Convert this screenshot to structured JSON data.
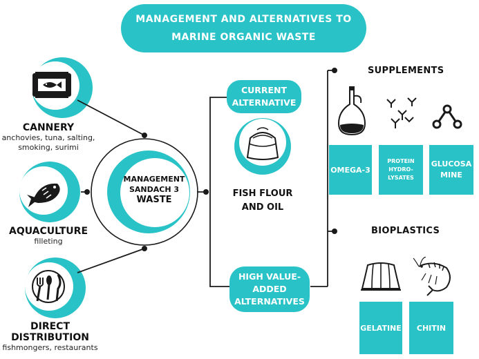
{
  "title": {
    "line1": "MANAGEMENT AND ALTERNATIVES TO",
    "line2": "MARINE ORGANIC WASTE"
  },
  "sources": [
    {
      "title": "CANNERY",
      "sub1": "anchovies, tuna, salting,",
      "sub2": "smoking, surimi",
      "icon": "can-icon"
    },
    {
      "title": "AQUACULTURE",
      "sub1": "filleting",
      "icon": "fish-icon"
    },
    {
      "title1": "DIRECT",
      "title2": "DISTRIBUTION",
      "sub1": "fishmongers, restaurants",
      "icon": "plate-cutlery-icon"
    }
  ],
  "center": {
    "line1": "MANAGEMENT",
    "line2": "SANDACH 3",
    "line3": "WASTE"
  },
  "current": {
    "line1": "CURRENT",
    "line2": "ALTERNATIVE",
    "product1": "FISH FLOUR",
    "product2": "AND OIL",
    "icon": "flour-sack-icon"
  },
  "high_value": {
    "line1": "HIGH VALUE-",
    "line2": "ADDED",
    "line3": "ALTERNATIVES"
  },
  "supplements": {
    "title": "SUPPLEMENTS",
    "items": [
      {
        "label": "OMEGA-3",
        "icon": "oil-bottle-icon"
      },
      {
        "label1": "PROTEIN",
        "label2": "HYDRO-",
        "label3": "LYSATES",
        "icon": "antibody-icon"
      },
      {
        "label1": "GLUCOSA",
        "label2": "MINE",
        "icon": "molecule-icon"
      }
    ]
  },
  "bioplastics": {
    "title": "BIOPLASTICS",
    "items": [
      {
        "label": "GELATINE",
        "icon": "jelly-icon"
      },
      {
        "label": "CHITIN",
        "icon": "shrimp-icon"
      }
    ]
  },
  "colors": {
    "accent": "#29c3c7",
    "dark": "#1a1a1a"
  }
}
